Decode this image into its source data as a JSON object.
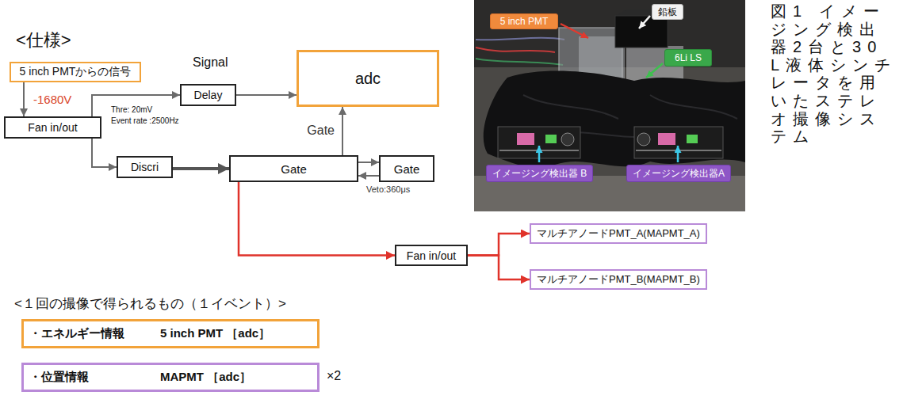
{
  "diagram": {
    "caption": "図1 イメージング検出器2台と30L液体シンチレータを用いたステレオ撮像システム",
    "nodes": [
      {
        "text": [
          "5 inch PMTからの信号"
        ]
      },
      {
        "text": [
          "adc"
        ]
      },
      {
        "text": [
          "Delay"
        ]
      },
      {
        "text": [
          "Fan in/out"
        ]
      },
      {
        "text": [
          "Discri"
        ]
      },
      {
        "text": [
          "Gate"
        ]
      },
      {
        "text": [
          "Gate"
        ]
      },
      {
        "text": [
          "Fan in/out"
        ]
      },
      {
        "text": [
          "マルチアノードPMT_A(MAPMT_A)"
        ]
      },
      {
        "text": [
          "マルチアノードPMT_B(MAPMT_B)"
        ]
      },
      {
        "text": [
          "・エネルギー情報",
          "5 inch PMT ［adc］"
        ]
      },
      {
        "text": [
          "・位置情報",
          "MAPMT ［adc］"
        ]
      },
      {
        "text": [
          "5 inch PMT"
        ]
      },
      {
        "text": [
          "鉛板"
        ]
      },
      {
        "text": [
          "6Li LS"
        ]
      },
      {
        "text": [
          "イメージング検出器 B"
        ]
      },
      {
        "text": [
          "イメージング検出器A"
        ]
      }
    ],
    "edges": [
      {
        "from": 0,
        "to": 3,
        "arrow": "to",
        "label": "-1680V"
      },
      {
        "from": 3,
        "to": 2,
        "arrow": "to"
      },
      {
        "from": 2,
        "to": 1,
        "arrow": "to"
      },
      {
        "from": 3,
        "to": 4,
        "arrow": "to"
      },
      {
        "from": 4,
        "to": 5,
        "arrow": "to"
      },
      {
        "from": 5,
        "to": 1,
        "arrow": "to",
        "label": "Gate"
      },
      {
        "from": 5,
        "to": 6,
        "arrow": "to"
      },
      {
        "from": 6,
        "to": 5,
        "arrow": "to",
        "label": "Veto:360μs"
      },
      {
        "from": 5,
        "to": 7,
        "arrow": "to"
      },
      {
        "from": 7,
        "to": 8,
        "arrow": "to"
      },
      {
        "from": 7,
        "to": 9,
        "arrow": "to"
      }
    ],
    "labels": [
      "<仕様>",
      "Signal",
      "Thre: 20mV",
      "Event rate :2500Hz",
      "<１回の撮像で得られるもの（１イベント）>",
      "×2"
    ]
  }
}
